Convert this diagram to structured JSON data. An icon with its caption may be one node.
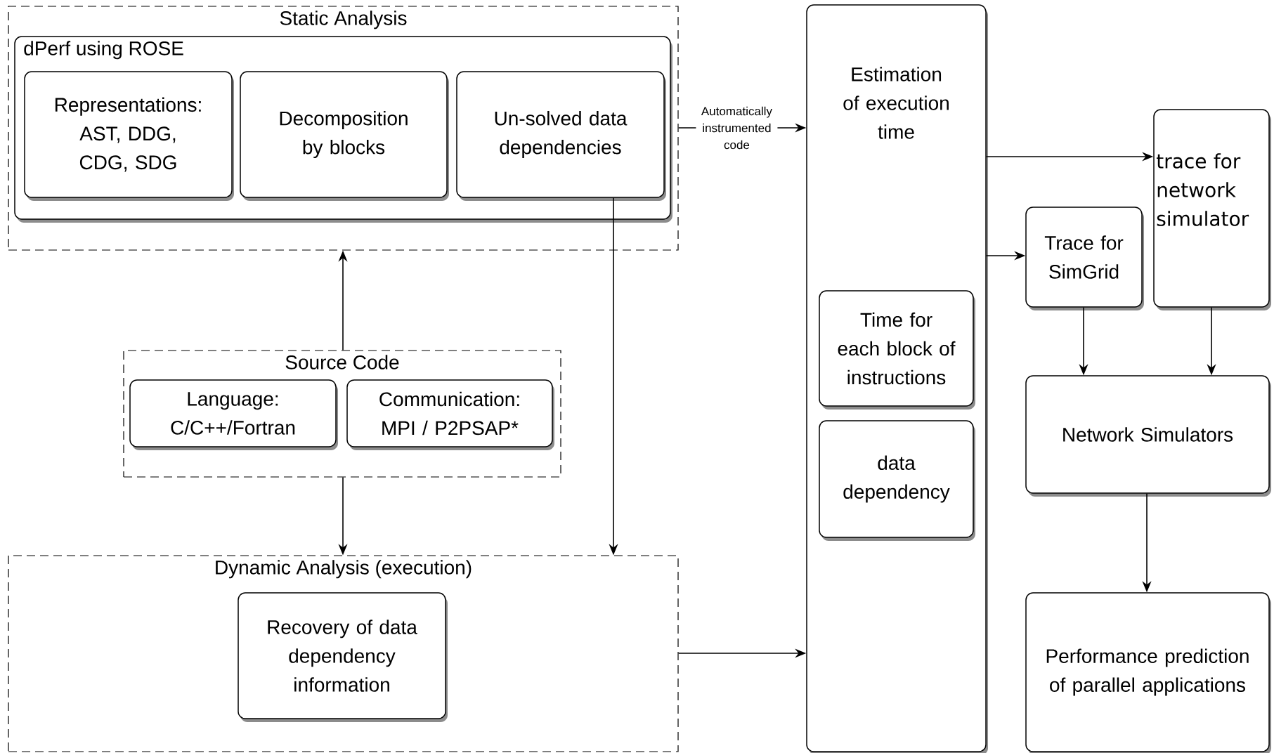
{
  "diagram": {
    "nodes": [
      {
        "text": [
          "Static Analysis"
        ]
      },
      {
        "text": [
          "dPerf using ROSE"
        ],
        "in": 0
      },
      {
        "text": [
          "Representations: AST, DDG, CDG, SDG"
        ],
        "in": 1
      },
      {
        "text": [
          "Decomposition by blocks"
        ],
        "in": 1
      },
      {
        "text": [
          "Un-solved data dependencies"
        ],
        "in": 1
      },
      {
        "text": [
          "Source Code"
        ]
      },
      {
        "text": [
          "Language: C/C++/Fortran"
        ],
        "in": 5
      },
      {
        "text": [
          "Communication: MPI / P2PSAP*"
        ],
        "in": 5
      },
      {
        "text": [
          "Dynamic Analysis (execution)"
        ]
      },
      {
        "text": [
          "Recovery of data dependency information"
        ],
        "in": 8
      },
      {
        "text": [
          "Estimation of execution time"
        ]
      },
      {
        "text": [
          "Time for each block of instructions"
        ],
        "in": 10
      },
      {
        "text": [
          "data dependency"
        ],
        "in": 10
      },
      {
        "text": [
          "trace for network simulator"
        ]
      },
      {
        "text": [
          "Trace for SimGrid"
        ]
      },
      {
        "text": [
          "Network Simulators"
        ]
      },
      {
        "text": [
          "Performance prediction of parallel applications"
        ]
      }
    ],
    "edges": [
      {
        "from": 0,
        "to": 10,
        "arrow": "to",
        "label": "Automatically instrumented code"
      },
      {
        "from": 4,
        "to": 8,
        "arrow": "to"
      },
      {
        "from": 5,
        "to": 0,
        "arrow": "to"
      },
      {
        "from": 5,
        "to": 8,
        "arrow": "to"
      },
      {
        "from": 8,
        "to": 10,
        "arrow": "to"
      },
      {
        "from": 10,
        "to": 13,
        "arrow": "to"
      },
      {
        "from": 10,
        "to": 14,
        "arrow": "to"
      },
      {
        "from": 14,
        "to": 15,
        "arrow": "to"
      },
      {
        "from": 13,
        "to": 15,
        "arrow": "to"
      },
      {
        "from": 15,
        "to": 16,
        "arrow": "to"
      }
    ]
  }
}
